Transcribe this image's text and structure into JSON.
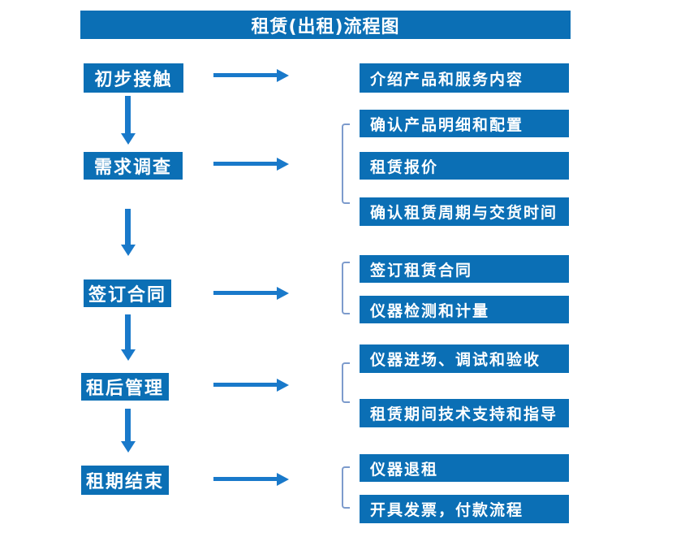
{
  "diagram": {
    "title": "租赁(出租)流程图",
    "colors": {
      "primary_blue": "#0B6FB5",
      "arrow_blue": "#1979CA",
      "bracket_blue": "#7D9BCC",
      "text_white": "#FFFFFF",
      "background": "#FFFFFF"
    },
    "stages": [
      {
        "label": "初步接触",
        "outputs": [
          "介绍产品和服务内容"
        ]
      },
      {
        "label": "需求调查",
        "outputs": [
          "确认产品明细和配置",
          "租赁报价",
          "确认租赁周期与交货时间"
        ]
      },
      {
        "label": "签订合同",
        "outputs": [
          "签订租赁合同",
          "仪器检测和计量"
        ]
      },
      {
        "label": "租后管理",
        "outputs": [
          "仪器进场、调试和验收",
          "租赁期间技术支持和指导"
        ]
      },
      {
        "label": "租期结束",
        "outputs": [
          "仪器退租",
          "开具发票，付款流程"
        ]
      }
    ]
  }
}
